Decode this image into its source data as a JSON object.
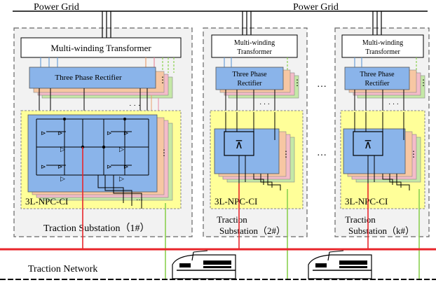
{
  "labels": {
    "power_grid_left": "Power Grid",
    "power_grid_right": "Power Grid",
    "transformer_main": "Multi-winding Transformer",
    "transformer_small_line1": "Multi-winding",
    "transformer_small_line2": "Transformer",
    "rectifier_main": "Three Phase Rectifier",
    "rectifier_small_line1": "Three Phase",
    "rectifier_small_line2": "Rectifier",
    "inverter": "3L-NPC-CI",
    "substation_1": "Traction Substation（1#）",
    "substation_2_line1": "Traction",
    "substation_2_line2": "Substation（2#）",
    "substation_k_line1": "Traction",
    "substation_k_line2": "Substation（k#）",
    "ellipsis": "…",
    "traction_network": "Traction Network"
  },
  "colors": {
    "network_red": "#e8262b",
    "feeder_green": "#8bd050",
    "rectifier_blue": "#8ab4ea",
    "inverter_yellow": "#ffff99",
    "layer_orange": "#f7c7a3",
    "layer_pink": "#f4bcc9",
    "layer_green": "#c5e8a7",
    "substation_bg": "#f2f2f2"
  }
}
